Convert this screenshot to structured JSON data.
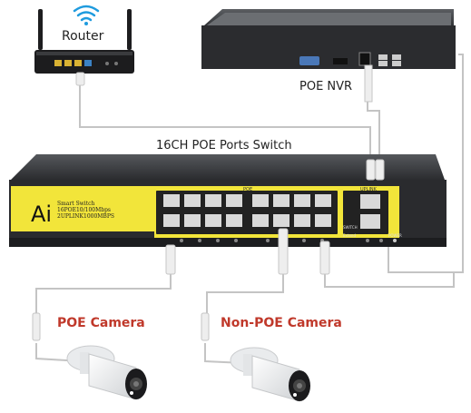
{
  "labels": {
    "router": "Router",
    "nvr": "POE NVR",
    "switch_title": "16CH POE Ports Switch",
    "poe_camera": "POE Camera",
    "nonpoe_camera": "Non-POE Camera"
  },
  "switch": {
    "brand": "Ai",
    "spec_line1": "Smart Switch",
    "spec_line2": "16POE10/100Mbps",
    "spec_line3": "2UPLINK1000MBPS",
    "poe_group_label": "POE",
    "uplink_label": "UPLINK",
    "switch_led_label": "SWITCH",
    "extend_label": "Extend",
    "power_label": "POWER"
  },
  "colors": {
    "switch_face": "#f2e53a",
    "switch_body": "#2a2b2e",
    "label_red": "#c0392b",
    "cable": "#bbbbbb"
  }
}
